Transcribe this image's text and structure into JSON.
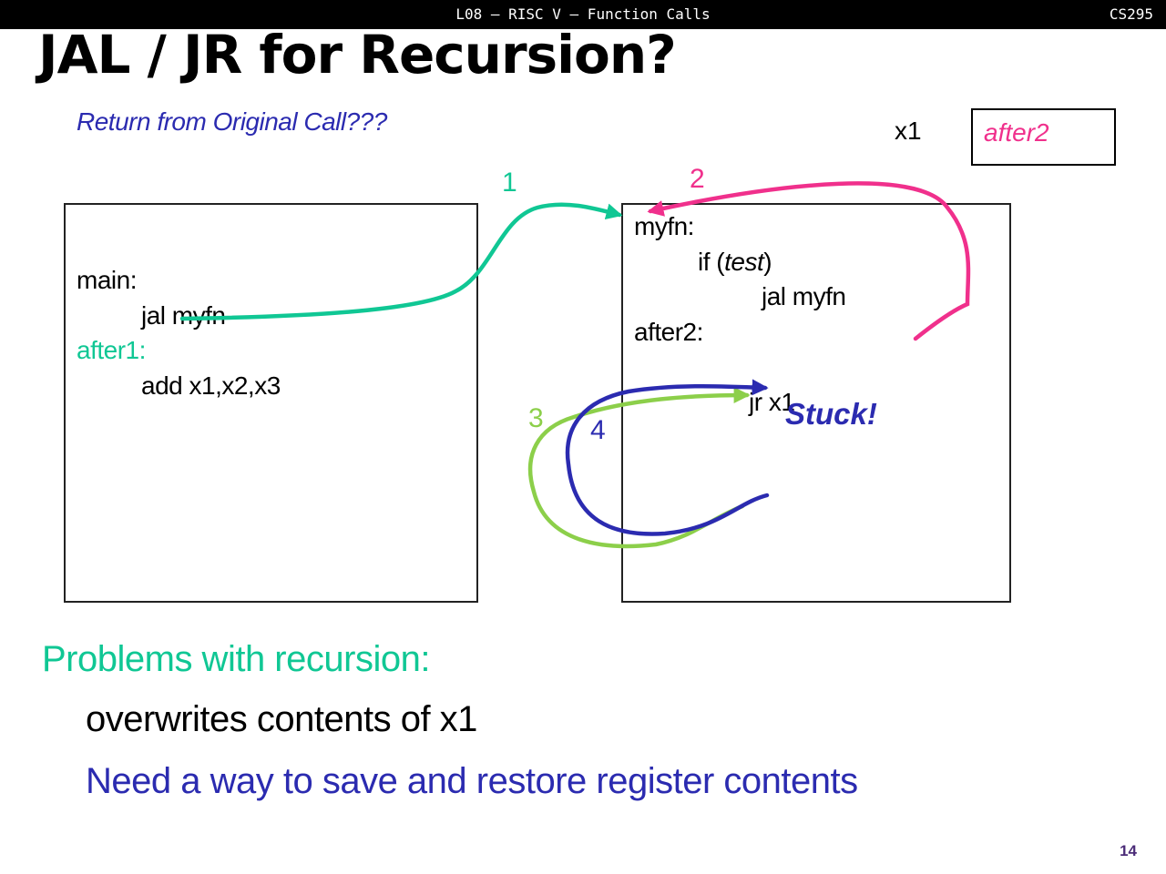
{
  "header": {
    "center_text": "L08 – RISC V – Function Calls",
    "right_text": "CS295"
  },
  "title": "JAL / JR for Recursion?",
  "subtitle": "Return from Original Call???",
  "register": {
    "label": "x1",
    "value": "after2"
  },
  "main_box": {
    "line1": "main:",
    "line2": "jal myfn",
    "line3": "after1:",
    "line4": "add x1,x2,x3"
  },
  "myfn_box": {
    "line1": "myfn:",
    "line2_prefix": "if (",
    "line2_italic": "test",
    "line2_suffix": ")",
    "line3": "jal myfn",
    "line4": "after2:",
    "line5": "jr x1"
  },
  "arrow_labels": {
    "a1": "1",
    "a2": "2",
    "a3": "3",
    "a4": "4"
  },
  "stuck_label": "Stuck!",
  "problems": {
    "heading": "Problems with recursion:",
    "bullet1": "overwrites contents of x1",
    "bullet2": "Need a way to save and restore register contents"
  },
  "page_number": "14",
  "colors": {
    "teal": "#10c794",
    "pink": "#f0308c",
    "lime": "#8ccf4a",
    "navy": "#2b2bb0",
    "purple": "#4b2c78"
  }
}
